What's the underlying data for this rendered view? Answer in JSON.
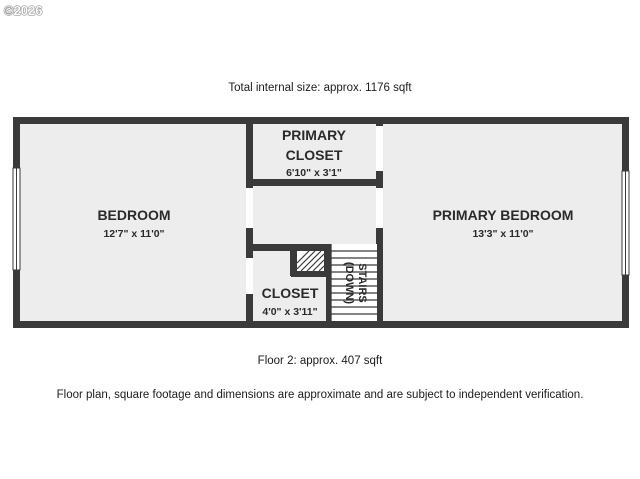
{
  "watermark": "©2026",
  "total_size": "Total internal size: approx. 1176 sqft",
  "floor_size": "Floor 2: approx. 407 sqft",
  "disclaimer": "Floor plan, square footage and dimensions are approximate and are subject to independent verification.",
  "rooms": {
    "bedroom": {
      "name": "BEDROOM",
      "dims": "12'7\" x 11'0\""
    },
    "primary_closet": {
      "name_line1": "PRIMARY",
      "name_line2": "CLOSET",
      "dims": "6'10\" x 3'1\""
    },
    "primary_bedroom": {
      "name": "PRIMARY BEDROOM",
      "dims": "13'3\" x 11'0\""
    },
    "closet": {
      "name": "CLOSET",
      "dims": "4'0\" x 3'11\""
    },
    "stairs": {
      "line1": "STAIRS",
      "line2": "(DOWN)"
    }
  },
  "colors": {
    "wall": "#3a3a3a",
    "floor": "#ededed",
    "window": "#ffffff"
  }
}
